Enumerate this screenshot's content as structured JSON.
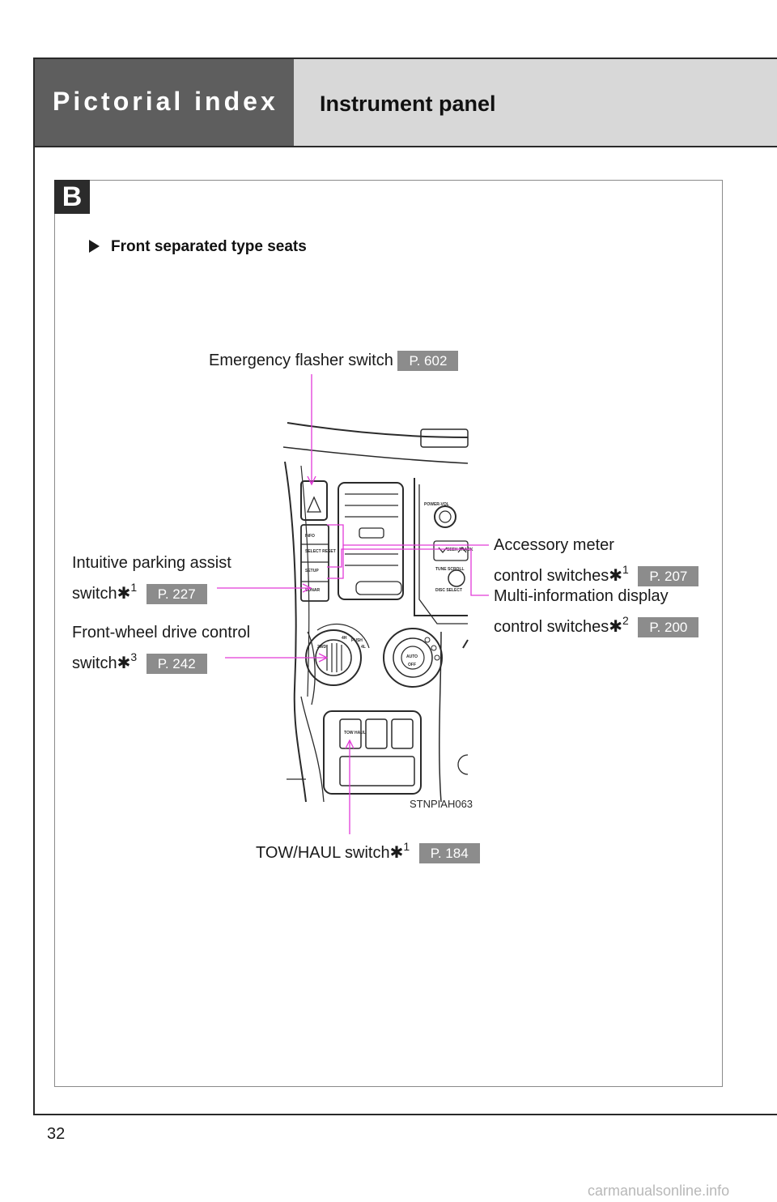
{
  "header": {
    "section_title": "Pictorial index",
    "page_title": "Instrument panel"
  },
  "section": {
    "badge": "B",
    "heading": "Front separated type seats"
  },
  "callouts": {
    "emergency_flasher": {
      "text": "Emergency flasher switch",
      "page": "P. 602"
    },
    "parking_assist": {
      "line1": "Intuitive parking assist",
      "line2": "switch",
      "asterisk": "✱",
      "note": "1",
      "page": "P. 227"
    },
    "fwd_control": {
      "line1": "Front-wheel drive control",
      "line2": "switch",
      "asterisk": "✱",
      "note": "3",
      "page": "P. 242"
    },
    "accessory_meter": {
      "line1": "Accessory meter",
      "line2": "control switches",
      "asterisk": "✱",
      "note": "1",
      "page": "P. 207"
    },
    "multi_info": {
      "line1": "Multi-information display",
      "line2": "control switches",
      "asterisk": "✱",
      "note": "2",
      "page": "P. 200"
    },
    "tow_haul": {
      "text": "TOW/HAUL switch",
      "asterisk": "✱",
      "note": "1",
      "page": "P. 184"
    }
  },
  "figure": {
    "code": "STNPIAH063",
    "buttons": [
      "INFO",
      "SELECT RESET",
      "SETUP",
      "SONAR"
    ],
    "radio_labels": [
      "POWER-VOL",
      "SEEK TRACK",
      "TUNE SCROLL",
      "DISC SELECT"
    ],
    "knob_labels": [
      "4H",
      "PUSH",
      "4L",
      "2WD"
    ],
    "climate_labels": [
      "AUTO",
      "OFF"
    ],
    "tow_button": "TOW HAUL"
  },
  "colors": {
    "header_dark": "#5e5e5e",
    "header_light": "#d8d8d8",
    "badge": "#2b2b2b",
    "page_ref": "#8c8c8c",
    "leader_line": "#e23ad8"
  },
  "page_number": "32",
  "watermark": "carmanualsonline.info"
}
